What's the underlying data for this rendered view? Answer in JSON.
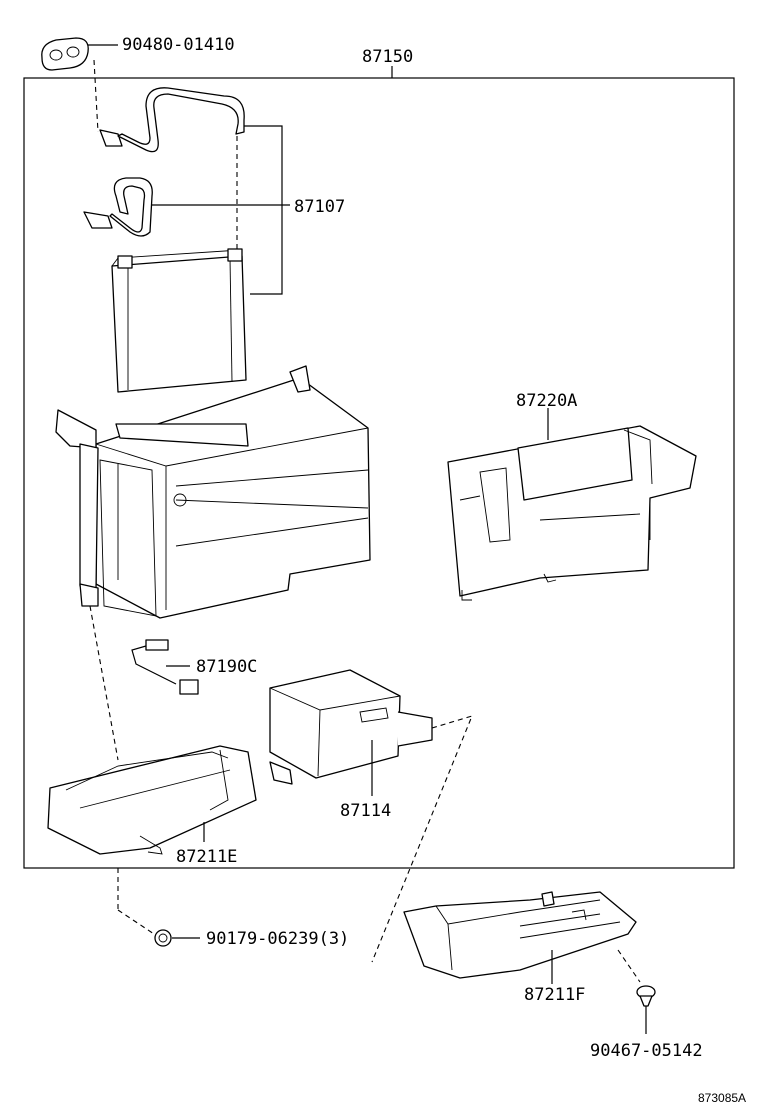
{
  "labels": {
    "assembly": "87150",
    "grommet": "90480-01410",
    "tubes": "87107",
    "case": "87220A",
    "thermistor": "87190C",
    "drain_case": "87114",
    "duct_e": "87211E",
    "nut": "90179-06239(3)",
    "duct_f": "87211F",
    "clip": "90467-05142",
    "diagram_id": "873085A"
  }
}
